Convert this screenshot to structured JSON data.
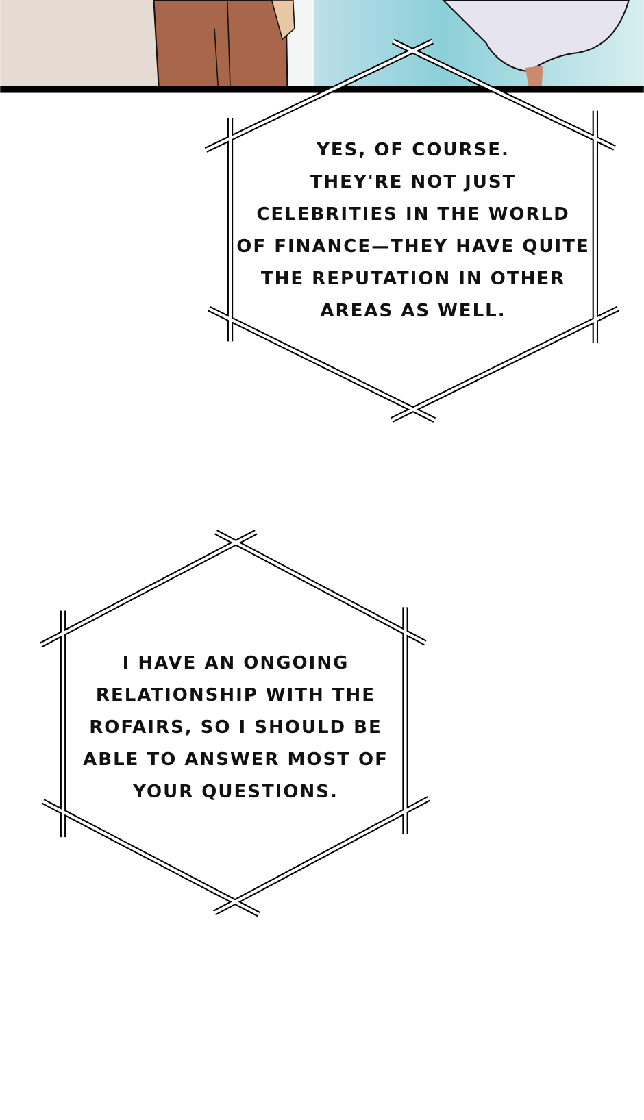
{
  "panel_top": {
    "scene": "comic-panel-figures-legs"
  },
  "bubble_1": {
    "lines": [
      "YES, OF COURSE.",
      "THEY'RE NOT JUST",
      "CELEBRITIES IN THE WORLD",
      "OF FINANCE—THEY HAVE QUITE",
      "THE REPUTATION IN OTHER",
      "AREAS AS WELL."
    ]
  },
  "bubble_2": {
    "lines": [
      "I HAVE AN ONGOING",
      "RELATIONSHIP WITH THE",
      "ROFAIRS, SO I SHOULD BE",
      "ABLE TO ANSWER MOST OF",
      "YOUR QUESTIONS."
    ]
  },
  "colors": {
    "wall": "#e6dbd2",
    "pants": "#a8664a",
    "glow": "#9fd3dc",
    "border": "#000000"
  }
}
